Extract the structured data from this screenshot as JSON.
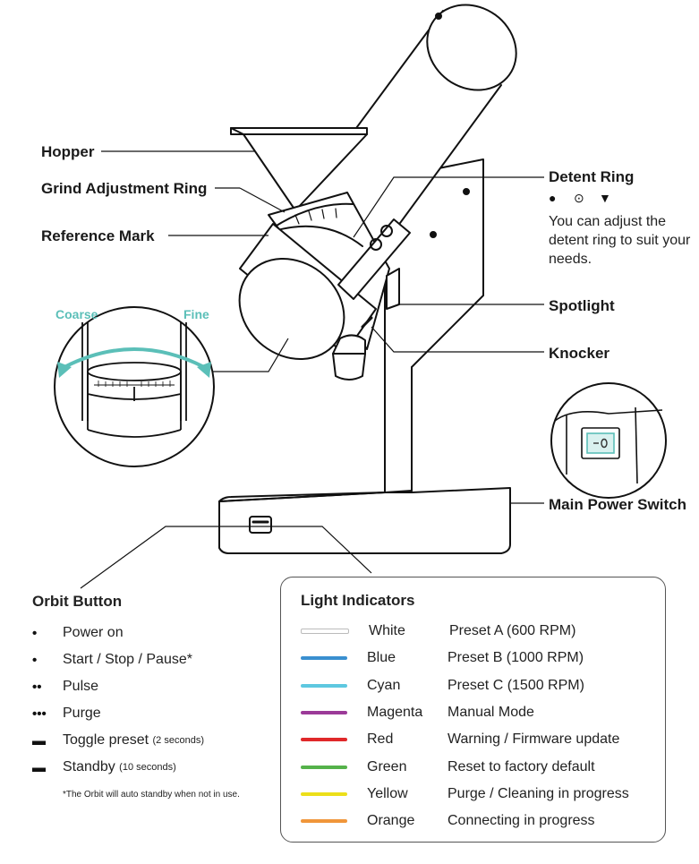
{
  "labels": {
    "hopper": "Hopper",
    "grind_adjustment_ring": "Grind Adjustment Ring",
    "reference_mark": "Reference Mark",
    "coarse": "Coarse",
    "fine": "Fine",
    "detent_ring": "Detent Ring",
    "detent_description": "You can adjust the detent ring to suit your needs.",
    "spotlight": "Spotlight",
    "knocker": "Knocker",
    "main_power_switch": "Main Power Switch"
  },
  "detent_icons": [
    "●",
    "⊙",
    "▼"
  ],
  "orbit_button": {
    "title": "Orbit Button",
    "items": [
      {
        "symbol": "•",
        "label": "Power on",
        "note": ""
      },
      {
        "symbol": "•",
        "label": "Start / Stop / Pause*",
        "note": ""
      },
      {
        "symbol": "••",
        "label": "Pulse",
        "note": ""
      },
      {
        "symbol": "•••",
        "label": "Purge",
        "note": ""
      },
      {
        "symbol": "▬",
        "label": "Toggle preset",
        "note": "(2 seconds)"
      },
      {
        "symbol": "▬",
        "label": "Standby",
        "note": "(10 seconds)"
      }
    ],
    "footnote": "*The Orbit will auto standby when not in use."
  },
  "light_indicators": {
    "title": "Light Indicators",
    "items": [
      {
        "color_name": "White",
        "hex": "#ffffff",
        "meaning": "Preset A (600 RPM)"
      },
      {
        "color_name": "Blue",
        "hex": "#3a8fd0",
        "meaning": "Preset B (1000 RPM)"
      },
      {
        "color_name": "Cyan",
        "hex": "#5ec8e0",
        "meaning": "Preset C (1500 RPM)"
      },
      {
        "color_name": "Magenta",
        "hex": "#9b3a98",
        "meaning": "Manual Mode"
      },
      {
        "color_name": "Red",
        "hex": "#e0282a",
        "meaning": "Warning / Firmware update"
      },
      {
        "color_name": "Green",
        "hex": "#55b24a",
        "meaning": "Reset to factory default"
      },
      {
        "color_name": "Yellow",
        "hex": "#ecdf1a",
        "meaning": "Purge / Cleaning in progress"
      },
      {
        "color_name": "Orange",
        "hex": "#f0963a",
        "meaning": "Connecting in progress"
      }
    ]
  },
  "accent_color": "#5bbfb8",
  "icons": [
    "grinder-illustration",
    "grind-ring-detail-icon",
    "power-switch-detail-icon",
    "coarse-fine-arrow-icon"
  ]
}
